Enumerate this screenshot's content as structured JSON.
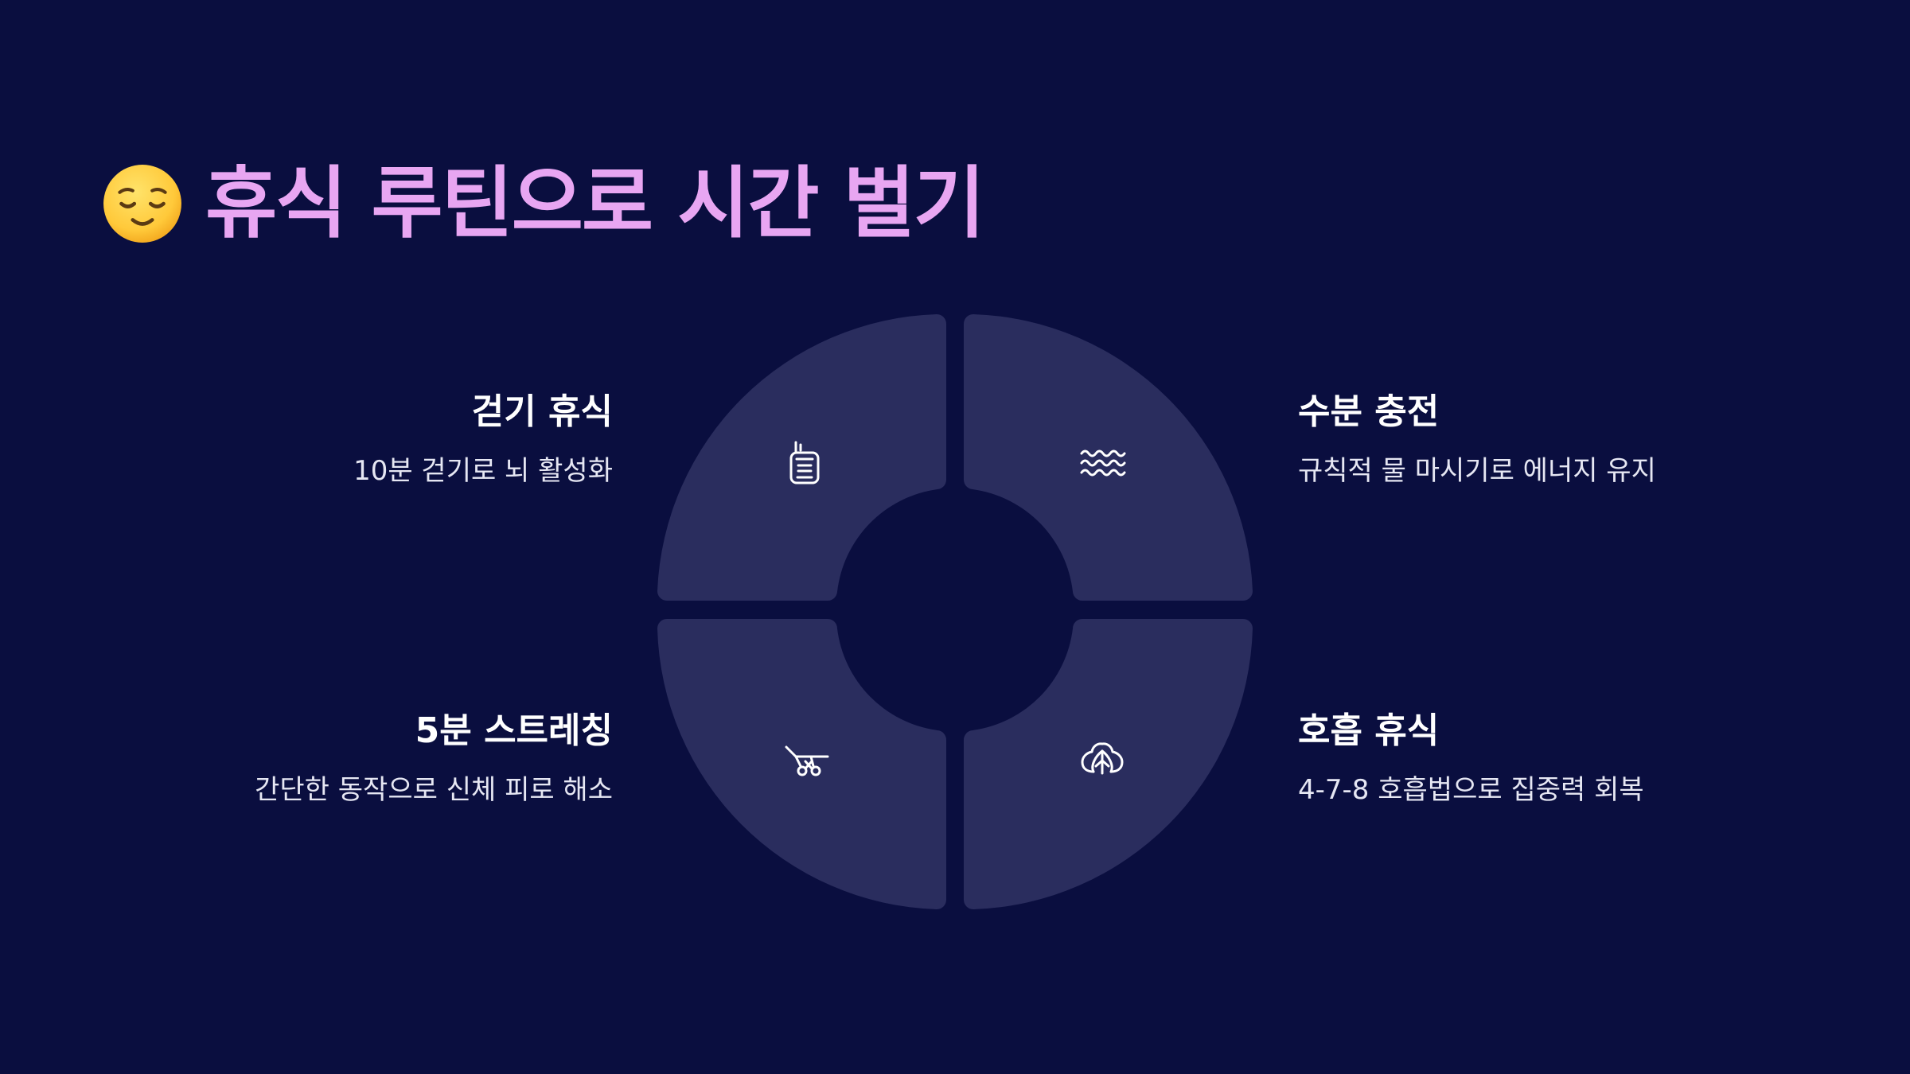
{
  "title": {
    "emoji_icon": "relieved-face-icon",
    "text": "휴식 루틴으로 시간 벌기",
    "color": "#e8a6f2"
  },
  "colors": {
    "background": "#0a0e3f",
    "segment": "#2a2d5e",
    "icon": "#ffffff"
  },
  "items": [
    {
      "id": "walk",
      "title": "걷기 휴식",
      "description": "10분 걷기로 뇌 활성화",
      "icon": "walkie-talkie-icon"
    },
    {
      "id": "water",
      "title": "수분 충전",
      "description": "규칙적 물 마시기로 에너지 유지",
      "icon": "water-waves-icon"
    },
    {
      "id": "stretch",
      "title": "5분 스트레칭",
      "description": "간단한 동작으로 신체 피로 해소",
      "icon": "stretch-cart-icon"
    },
    {
      "id": "breath",
      "title": "호흡 휴식",
      "description": "4-7-8 호흡법으로 집중력 회복",
      "icon": "lungs-icon"
    }
  ]
}
